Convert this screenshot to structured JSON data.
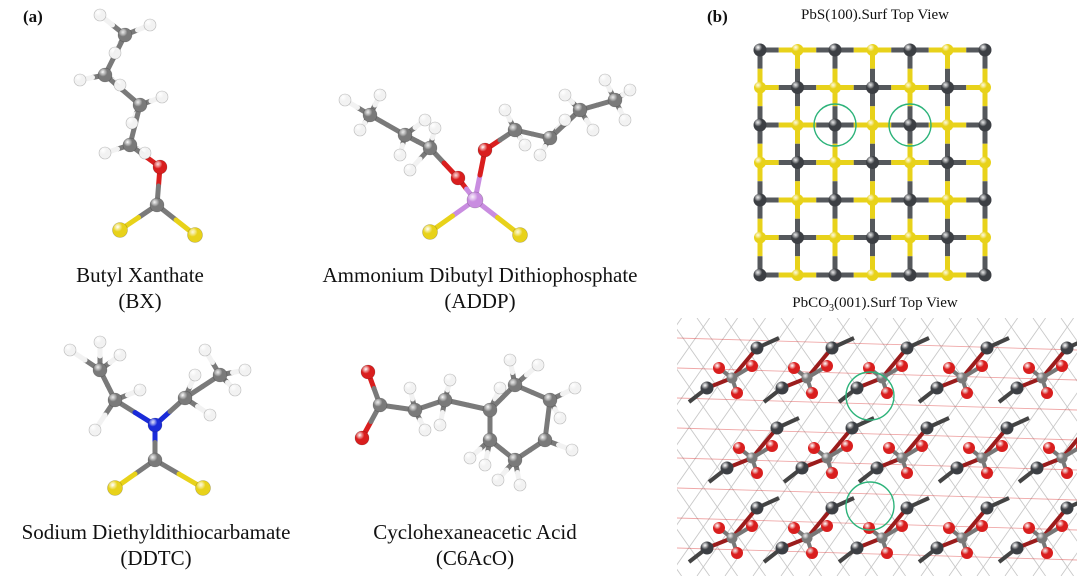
{
  "panel_a": {
    "label": "(a)",
    "molecules": [
      {
        "id": "bx",
        "name": "Butyl Xanthate",
        "abbr": "(BX)"
      },
      {
        "id": "addp",
        "name": "Ammonium Dibutyl Dithiophosphate",
        "abbr": "(ADDP)"
      },
      {
        "id": "ddtc",
        "name": "Sodium Diethyldithiocarbamate",
        "abbr": "(DDTC)"
      },
      {
        "id": "c6aco",
        "name": "Cyclohexaneacetic Acid",
        "abbr": "(C6AcO)"
      }
    ]
  },
  "panel_b": {
    "label": "(b)",
    "top_view_title": "PbS(100).Surf  Top View",
    "bottom_view_title_prefix": "PbCO",
    "bottom_view_title_sub": "3",
    "bottom_view_title_suffix": "(001).Surf  Top View"
  },
  "colors": {
    "carbon": "#7a7a7a",
    "hydrogen": "#f2f2f2",
    "oxygen": "#d91e1e",
    "sulfur": "#e8d21a",
    "phosphorus": "#c98de0",
    "nitrogen": "#1a2bd9",
    "lead": "#3c3f44",
    "highlight": "#2db37a"
  }
}
